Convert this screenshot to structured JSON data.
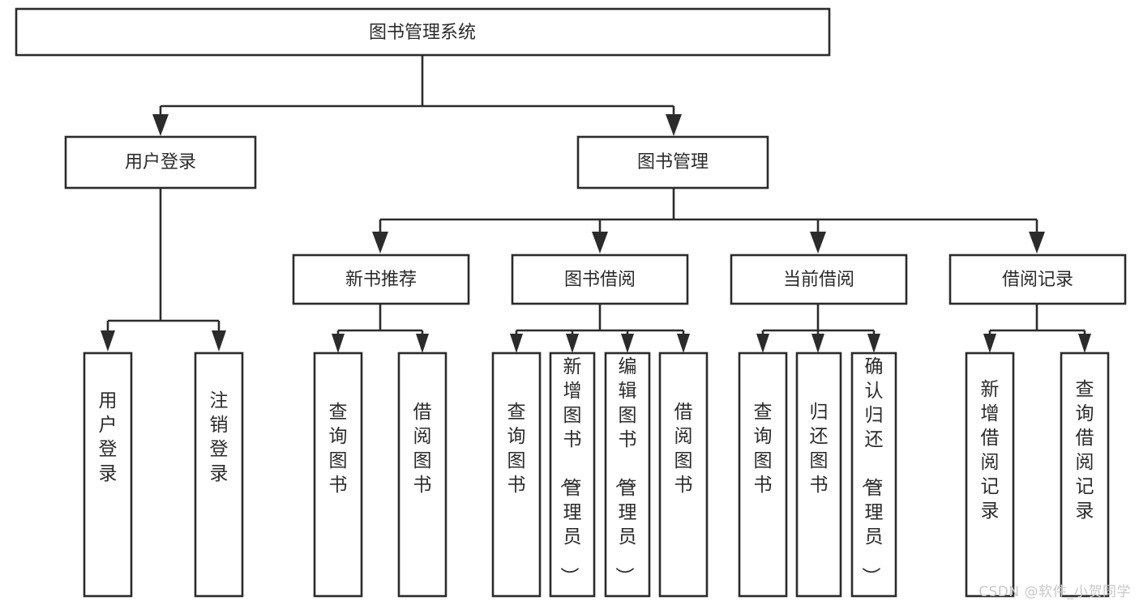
{
  "diagram": {
    "type": "tree-hierarchy",
    "title": "图书管理系统",
    "watermark": "CSDN @软件_小贺同学",
    "colors": {
      "stroke": "#2b2b2b",
      "fill": "#ffffff",
      "background": "#ffffff",
      "watermark": "#c9c9c9"
    },
    "levels": {
      "root": {
        "label": "图书管理系统"
      },
      "level2": [
        {
          "id": "user-login",
          "label": "用户登录"
        },
        {
          "id": "book-manage",
          "label": "图书管理"
        }
      ],
      "level3": [
        {
          "id": "new-book-recommend",
          "label": "新书推荐",
          "parent": "book-manage"
        },
        {
          "id": "book-borrow",
          "label": "图书借阅",
          "parent": "book-manage"
        },
        {
          "id": "current-borrow",
          "label": "当前借阅",
          "parent": "book-manage"
        },
        {
          "id": "borrow-record",
          "label": "借阅记录",
          "parent": "book-manage"
        }
      ],
      "leaves": [
        {
          "id": "leaf-user-login",
          "label": "用户登录",
          "parent": "user-login"
        },
        {
          "id": "leaf-logout-login",
          "label": "注销登录",
          "parent": "user-login"
        },
        {
          "id": "leaf-query-book-1",
          "label": "查询图书",
          "parent": "new-book-recommend"
        },
        {
          "id": "leaf-borrow-book-1",
          "label": "借阅图书",
          "parent": "new-book-recommend"
        },
        {
          "id": "leaf-query-book-2",
          "label": "查询图书",
          "parent": "book-borrow"
        },
        {
          "id": "leaf-add-book",
          "label": "新增图书（管理员）",
          "parent": "book-borrow"
        },
        {
          "id": "leaf-edit-book",
          "label": "编辑图书（管理员）",
          "parent": "book-borrow"
        },
        {
          "id": "leaf-borrow-book-2",
          "label": "借阅图书",
          "parent": "book-borrow"
        },
        {
          "id": "leaf-query-book-3",
          "label": "查询图书",
          "parent": "current-borrow"
        },
        {
          "id": "leaf-return-book",
          "label": "归还图书",
          "parent": "current-borrow"
        },
        {
          "id": "leaf-confirm-return",
          "label": "确认归还（管理员）",
          "parent": "current-borrow"
        },
        {
          "id": "leaf-add-record",
          "label": "新增借阅记录",
          "parent": "borrow-record"
        },
        {
          "id": "leaf-query-record",
          "label": "查询借阅记录",
          "parent": "borrow-record"
        }
      ]
    }
  }
}
